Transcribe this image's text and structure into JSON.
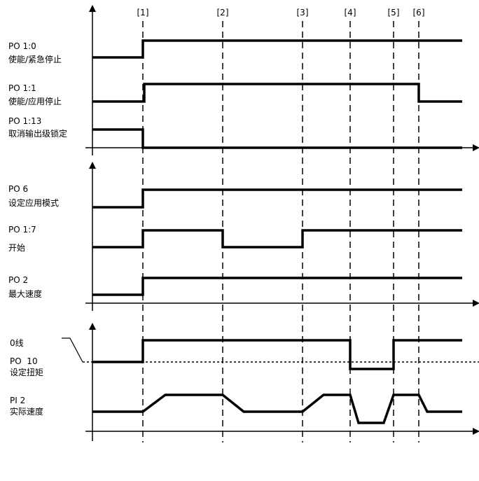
{
  "markers": [
    "[1]",
    "[2]",
    "[3]",
    "[4]",
    "[5]",
    "[6]"
  ],
  "signals": {
    "po1_0": {
      "id": "PO 1:0",
      "desc": "使能/紧急停止"
    },
    "po1_1": {
      "id": "PO 1:1",
      "desc": "使能/应用停止"
    },
    "po1_13": {
      "id": "PO 1:13",
      "desc": "取消输出级锁定"
    },
    "po6": {
      "id": "PO 6",
      "desc": "设定应用模式"
    },
    "po1_7": {
      "id": "PO 1:7",
      "desc": "开始"
    },
    "po2": {
      "id": "PO 2",
      "desc": "最大速度"
    },
    "zero_line": {
      "label": "0线"
    },
    "po10": {
      "id": "PO  10",
      "desc": "设定扭矩"
    },
    "pi2": {
      "id": "PI 2",
      "desc": "实际速度"
    }
  }
}
